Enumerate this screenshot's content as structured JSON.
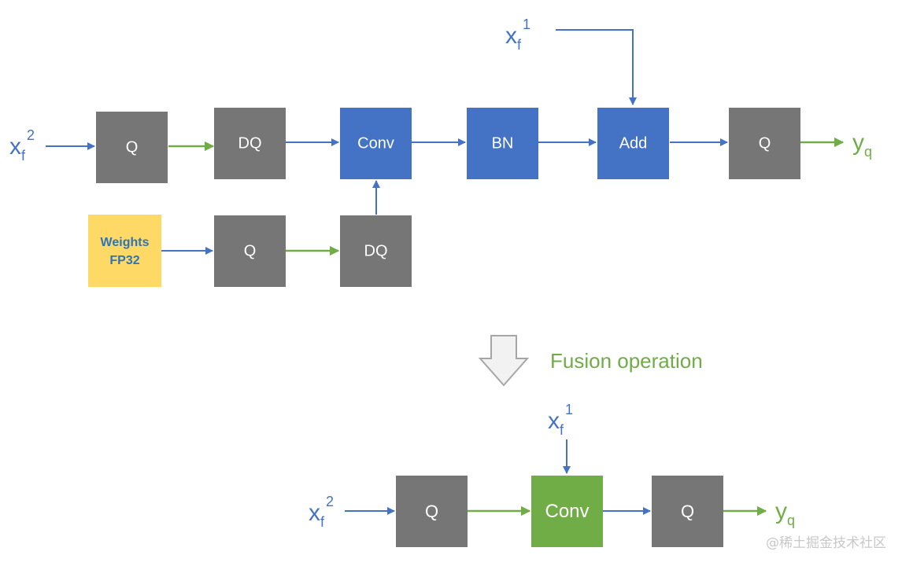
{
  "colors": {
    "gray_box": "#767676",
    "blue_box": "#4472c4",
    "green_box": "#70ad47",
    "weights_box": "#ffd966",
    "blue_arrow": "#4472c4",
    "green_arrow": "#70ad47",
    "text_white": "#ffffff"
  },
  "top": {
    "input_x": {
      "base": "x",
      "sub": "f",
      "sup": "2"
    },
    "input_add": {
      "base": "x",
      "sub": "f",
      "sup": "1"
    },
    "output": {
      "base": "y",
      "sub": "q"
    },
    "boxes": {
      "q1": "Q",
      "dq1": "DQ",
      "conv": "Conv",
      "bn": "BN",
      "add": "Add",
      "q_out": "Q",
      "q_w": "Q",
      "dq_w": "DQ"
    },
    "weights": {
      "line1": "Weights",
      "line2": "FP32"
    }
  },
  "fusion": {
    "label": "Fusion operation",
    "icon": "down-arrow-icon"
  },
  "bottom": {
    "input_x": {
      "base": "x",
      "sub": "f",
      "sup": "2"
    },
    "input_add": {
      "base": "x",
      "sub": "f",
      "sup": "1"
    },
    "output": {
      "base": "y",
      "sub": "q"
    },
    "boxes": {
      "q_in": "Q",
      "conv": "Conv",
      "q_out": "Q"
    }
  },
  "watermark": "@稀土掘金技术社区"
}
